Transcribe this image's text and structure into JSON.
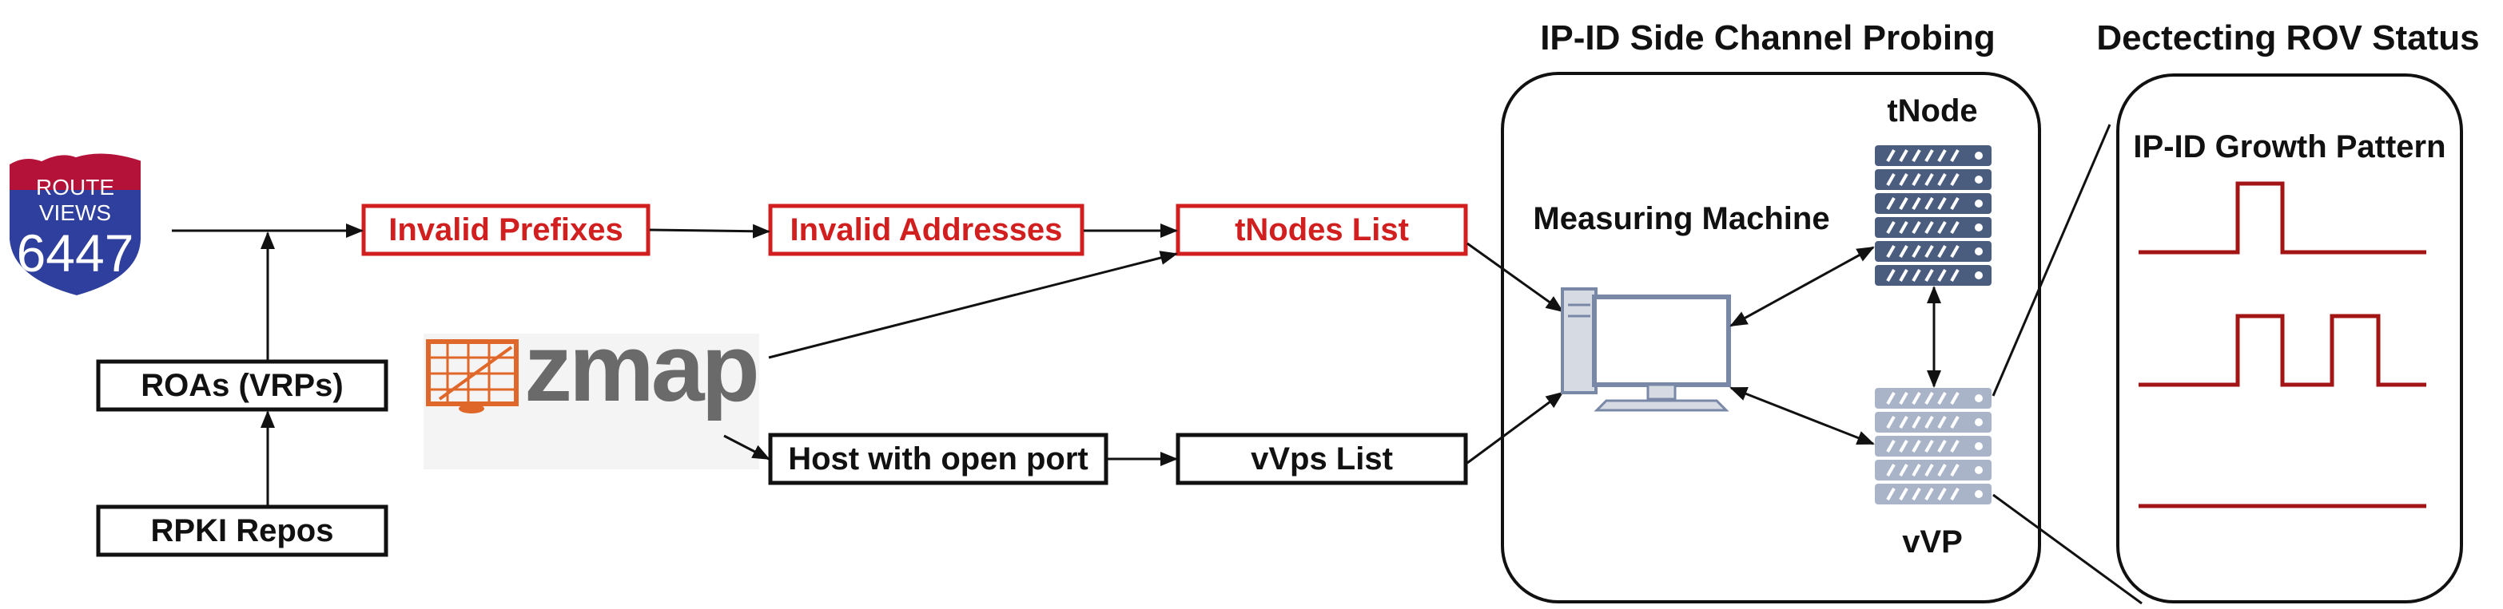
{
  "titles": {
    "probing": "IP-ID Side Channel Probing",
    "rov": "Dectecting ROV Status"
  },
  "logos": {
    "routeviews": {
      "top": "ROUTE",
      "middle": "VIEWS",
      "number": "6447"
    },
    "zmap": {
      "text": "zmap"
    }
  },
  "boxes": {
    "invalid_prefixes": "Invalid Prefixes",
    "invalid_addresses": "Invalid Addresses",
    "tnodes_list": "tNodes List",
    "roas": "ROAs (VRPs)",
    "rpki_repos": "RPKI Repos",
    "host_open_port": "Host with open port",
    "vvps_list": "vVps List"
  },
  "probing_panel": {
    "measuring_machine": "Measuring Machine",
    "tnode": "tNode",
    "vvp": "vVP"
  },
  "rov_panel": {
    "growth_pattern": "IP-ID Growth Pattern"
  },
  "colors": {
    "highlight": "#d11f1f",
    "pattern_line": "#a31515",
    "server_dark": "#4b5d7f",
    "server_light": "#aab4c8",
    "shield": "#2f3f9e",
    "shield_top": "#b5123a",
    "zmap_orange": "#e0672a",
    "zmap_gray": "#6a6a6a"
  }
}
